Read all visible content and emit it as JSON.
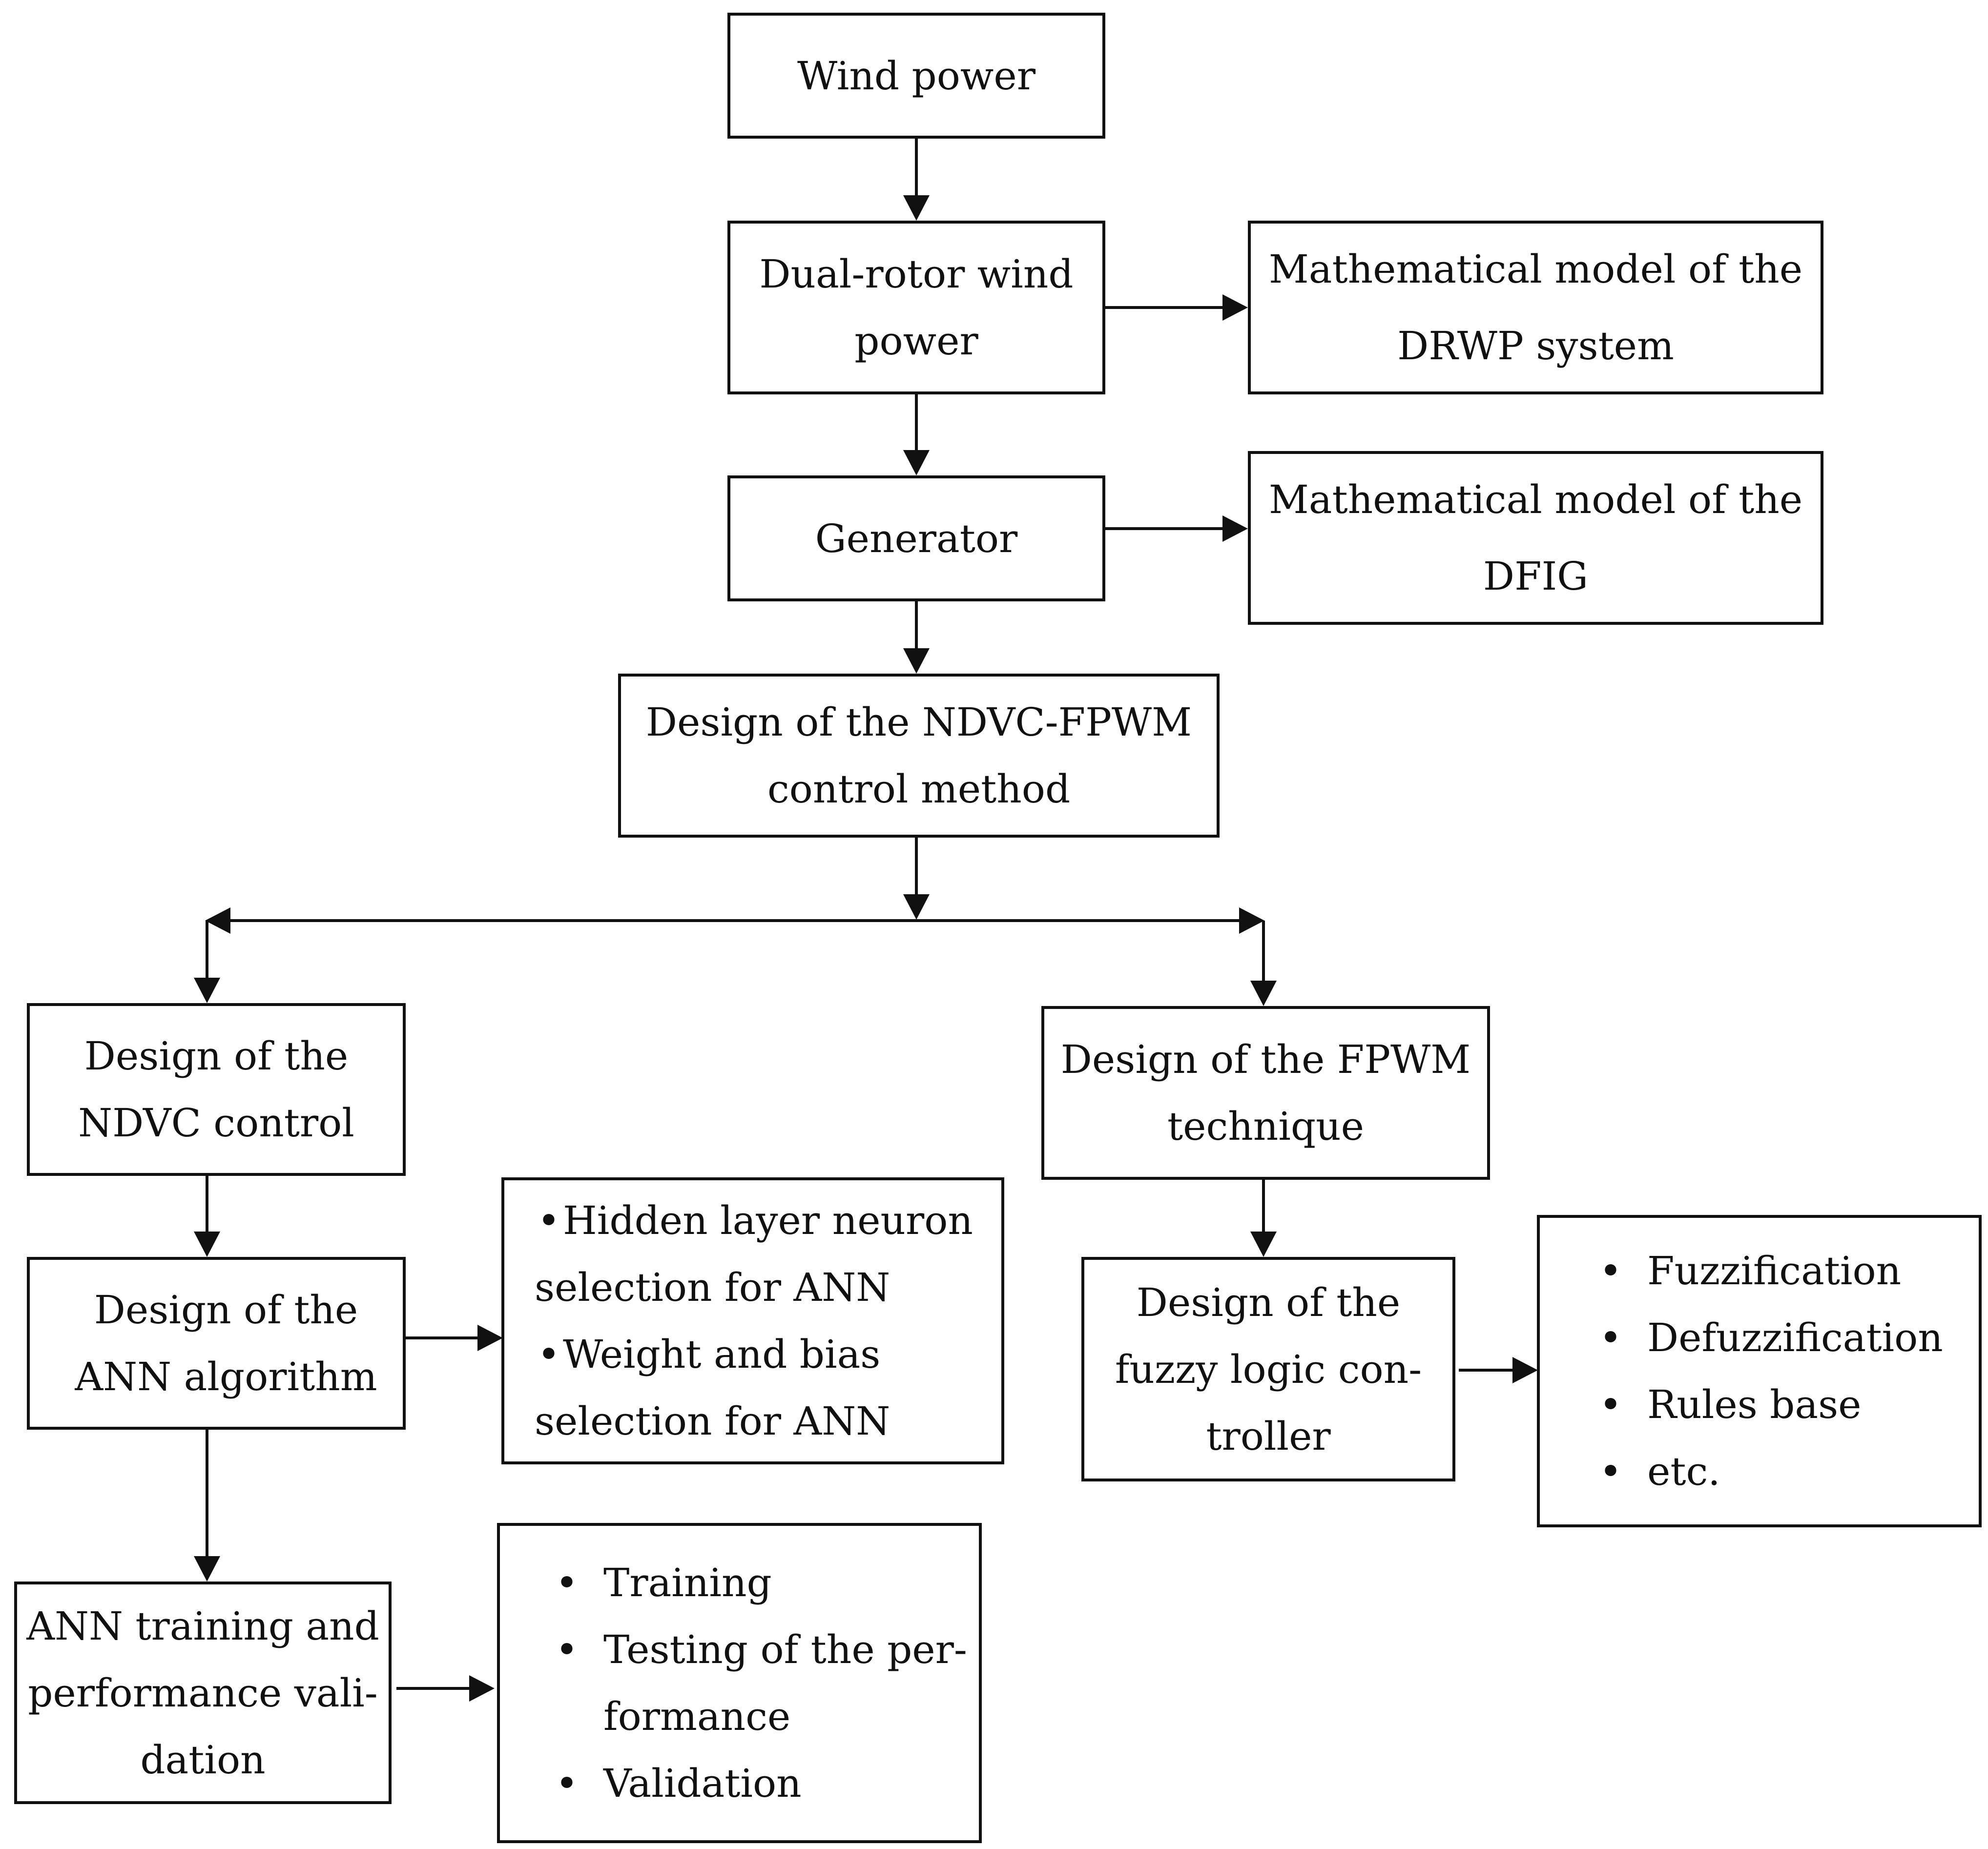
{
  "colors": {
    "line": "#111111",
    "background": "#ffffff"
  },
  "nodes": {
    "wind_power": {
      "lines": [
        "Wind power"
      ]
    },
    "dual_rotor": {
      "lines": [
        "Dual-rotor wind",
        "power"
      ]
    },
    "model_drwp": {
      "lines": [
        "Mathematical model of the",
        "DRWP system"
      ]
    },
    "generator": {
      "lines": [
        "Generator"
      ]
    },
    "model_dfig": {
      "lines": [
        "Mathematical model of the",
        "DFIG"
      ]
    },
    "ndvc_fpwm": {
      "lines": [
        "Design of the NDVC-FPWM",
        "control method"
      ]
    },
    "ndvc_control": {
      "lines": [
        "Design of the",
        "NDVC control"
      ]
    },
    "fpwm_technique": {
      "lines": [
        "Design of the FPWM",
        "technique"
      ]
    },
    "ann_algorithm": {
      "lines": [
        "Design of the",
        "ANN algorithm"
      ]
    },
    "ann_selection": {
      "bullet": "•",
      "rows": [
        "Hidden layer neuron",
        "selection for ANN",
        "Weight and bias",
        "selection for ANN"
      ]
    },
    "fuzzy_controller": {
      "lines": [
        "Design of the",
        "fuzzy logic con-",
        "troller"
      ]
    },
    "fuzzy_items": {
      "bullet": "•",
      "rows": [
        "Fuzzification",
        "Defuzzification",
        "Rules base",
        "etc."
      ]
    },
    "ann_training": {
      "lines": [
        "ANN training and",
        "performance vali-",
        "dation"
      ]
    },
    "training_items": {
      "bullet": "•",
      "rows": [
        "Training",
        "Testing of the per-",
        "formance",
        "Validation"
      ]
    }
  }
}
